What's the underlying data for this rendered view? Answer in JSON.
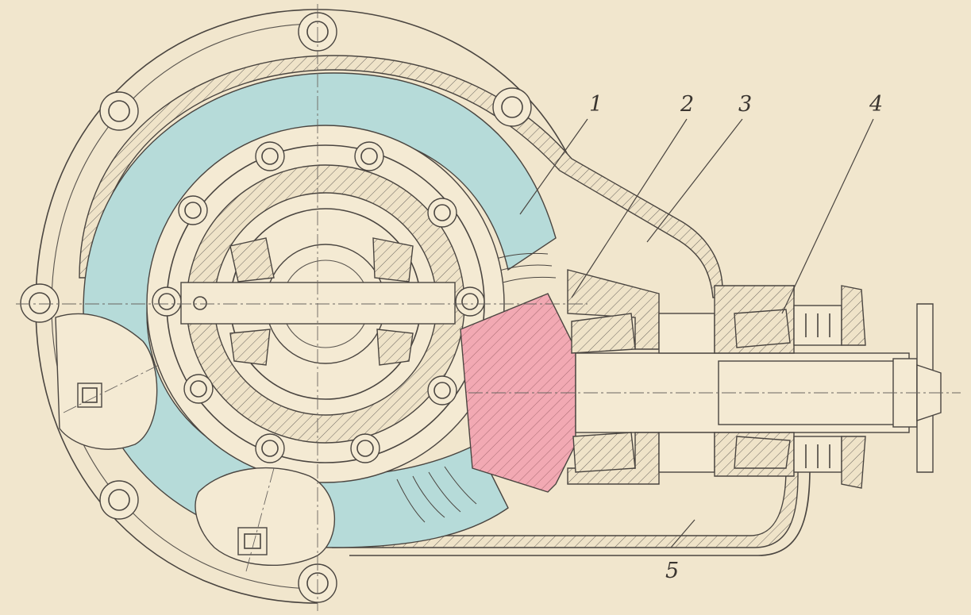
{
  "figure": {
    "callouts": [
      {
        "id": "1",
        "label": "1"
      },
      {
        "id": "2",
        "label": "2"
      },
      {
        "id": "3",
        "label": "3"
      },
      {
        "id": "4",
        "label": "4"
      },
      {
        "id": "5",
        "label": "5"
      }
    ],
    "colors": {
      "paper": "#f1e6cd",
      "ring_gear": "#b6dbd9",
      "pinion": "#f2a9b3",
      "line": "#4a4540"
    }
  }
}
